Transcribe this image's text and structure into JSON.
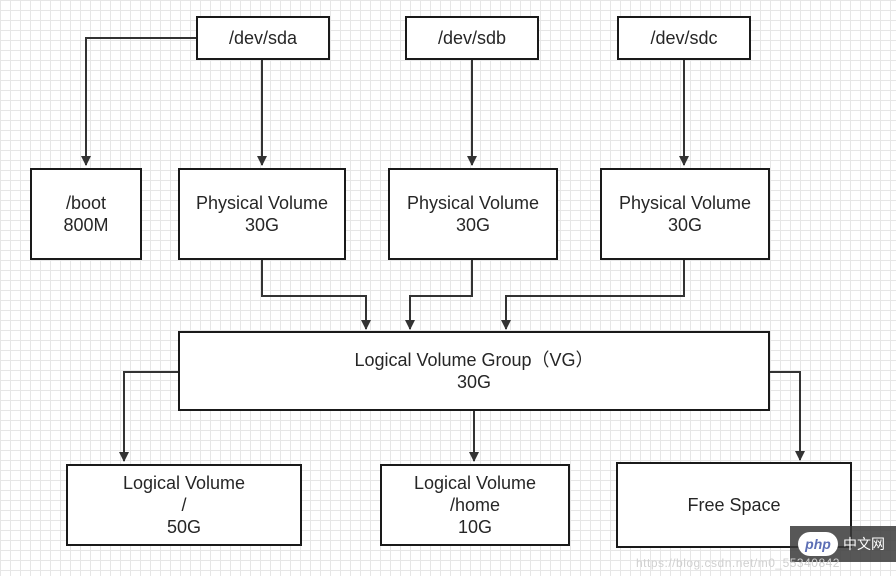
{
  "disks": {
    "sda": "/dev/sda",
    "sdb": "/dev/sdb",
    "sdc": "/dev/sdc"
  },
  "boot": {
    "name": "/boot",
    "size": "800M"
  },
  "physical_volumes": [
    {
      "name": "Physical Volume",
      "size": "30G"
    },
    {
      "name": "Physical Volume",
      "size": "30G"
    },
    {
      "name": "Physical Volume",
      "size": "30G"
    }
  ],
  "volume_group": {
    "name": "Logical Volume Group（VG）",
    "size": "30G"
  },
  "logical_volumes": [
    {
      "name": "Logical Volume",
      "mount": "/",
      "size": "50G"
    },
    {
      "name": "Logical Volume",
      "mount": "/home",
      "size": "10G"
    }
  ],
  "free_space": "Free Space",
  "watermark": {
    "tag": "php",
    "site": "中文网",
    "url": "https://blog.csdn.net/m0_55340842"
  },
  "colors": {
    "line": "#333333",
    "border": "#1a1a1a",
    "grid": "#e6e6e6",
    "watermark_dark": "#3a3a3a"
  }
}
